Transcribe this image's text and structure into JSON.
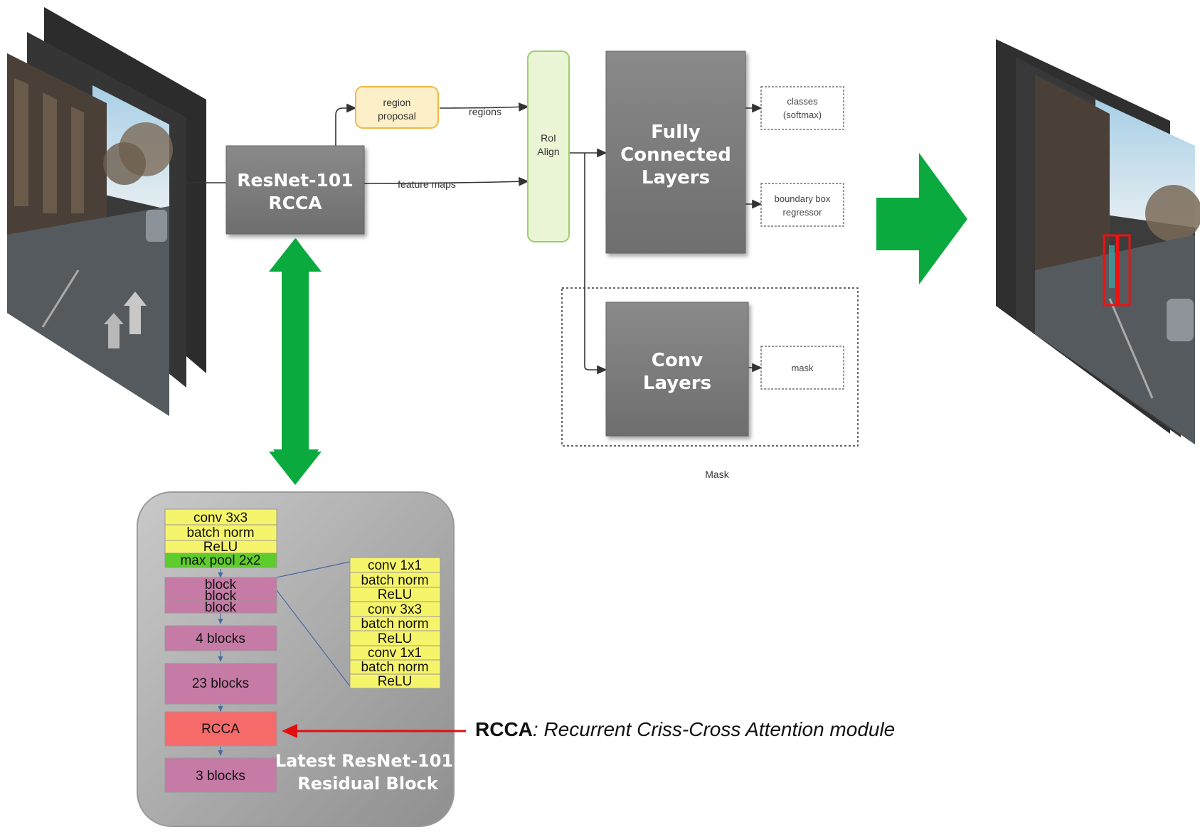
{
  "colors": {
    "green_arrow": "#0aaa3f",
    "gray_box": "#808080",
    "yellow_layer": "#f6f46a",
    "green_layer": "#5fcc2d",
    "pink_block": "#c67aa6",
    "rcca_block": "#f66a6a",
    "region_fill": "#fdf0c9",
    "region_stroke": "#f0b848",
    "roi_fill": "#eaf5d5",
    "roi_stroke": "#9fce70",
    "red_arrow": "#e01010"
  },
  "icons": {
    "input_images": "street-scene-photo-stack-icon",
    "output_images": "street-scene-detection-photo-stack-icon"
  },
  "diagram": {
    "backbone": {
      "line1": "ResNet-101",
      "line2": "RCCA"
    },
    "region_proposal": {
      "line1": "region",
      "line2": "proposal"
    },
    "roi_align": {
      "line1": "RoI",
      "line2": "Align"
    },
    "regions_label": "regions",
    "feature_maps_label": "feature maps",
    "fc_layers": {
      "line1": "Fully",
      "line2": "Connected",
      "line3": "Layers"
    },
    "conv_layers": {
      "line1": "Conv",
      "line2": "Layers"
    },
    "classes": {
      "line1": "classes",
      "line2": "(softmax)"
    },
    "bbox_regressor": {
      "line1": "boundary box",
      "line2": "regressor"
    },
    "mask_output": "mask",
    "mask_group_label": "Mask"
  },
  "resnet_block": {
    "stem_layers": [
      "conv 3x3",
      "batch norm",
      "ReLU",
      "max pool 2x2"
    ],
    "blocks": [
      "block",
      "block",
      "block"
    ],
    "stage2": "4 blocks",
    "stage3": "23 blocks",
    "rcca": "RCCA",
    "stage4": "3 blocks",
    "bottleneck_layers": [
      "conv 1x1",
      "batch norm",
      "ReLU",
      "conv 3x3",
      "batch norm",
      "ReLU",
      "conv 1x1",
      "batch norm",
      "ReLU"
    ],
    "title_line1": "Latest ResNet-101",
    "title_line2": "Residual Block"
  },
  "caption": {
    "abbr": "RCCA",
    "text": ": Recurrent Criss-Cross Attention module"
  }
}
